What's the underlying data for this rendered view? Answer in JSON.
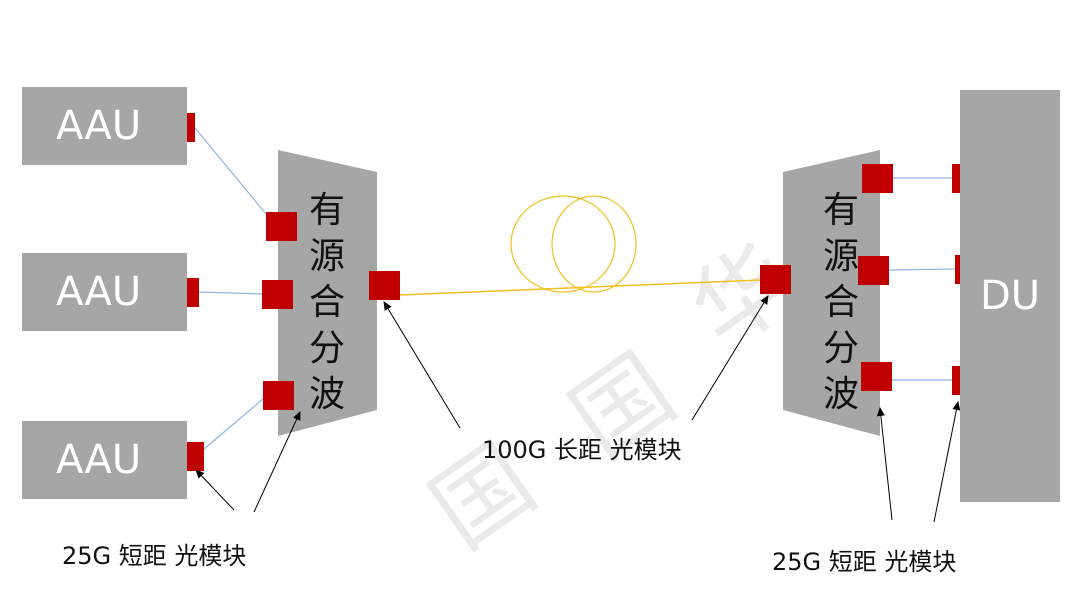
{
  "aau_label": "AAU",
  "du_label": "DU",
  "mux_label": "有\n源\n合\n分\n波",
  "captions": {
    "short_left": "25G  短距 光模块",
    "long": "100G  长距 光模块",
    "short_right": "25G  短距 光模块"
  },
  "watermark": [
    "国",
    "国",
    "华"
  ],
  "colors": {
    "box_gray": "#a6a6a6",
    "module_red": "#c00000",
    "fiber_yellow": "#f0c020",
    "link_blue": "#8eb4e3",
    "arrow_black": "#000000"
  }
}
